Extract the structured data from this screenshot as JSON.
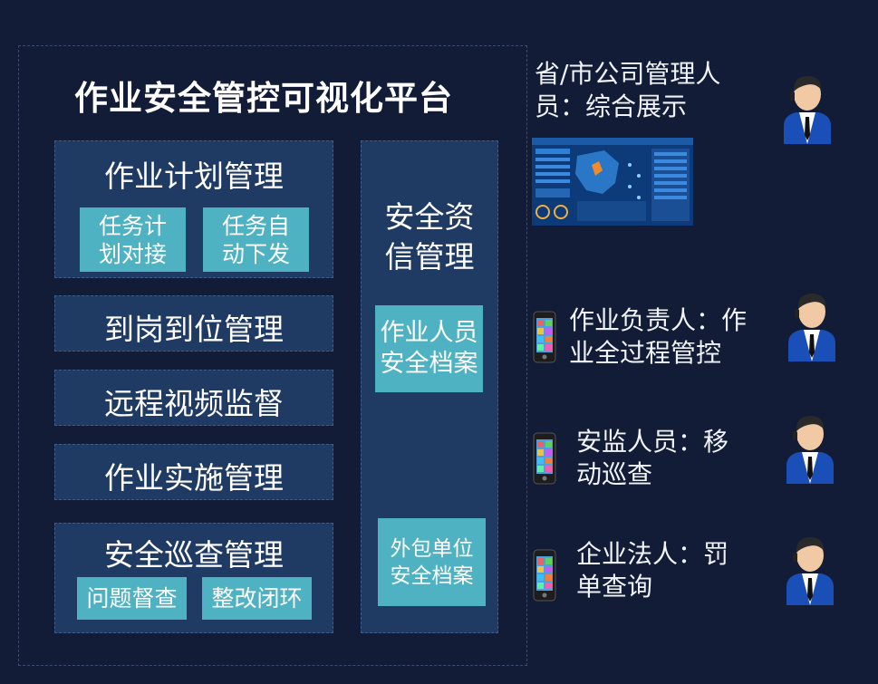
{
  "platform": {
    "title": "作业安全管控可视化平台",
    "modules": [
      {
        "label": "作业计划管理",
        "subs": [
          [
            "任务计",
            "划对接"
          ],
          [
            "任务自",
            "动下发"
          ]
        ]
      },
      {
        "label": "到岗到位管理"
      },
      {
        "label": "远程视频监督"
      },
      {
        "label": "作业实施管理"
      },
      {
        "label": "安全巡查管理",
        "subs": [
          [
            "问题督查"
          ],
          [
            "整改闭环"
          ]
        ]
      }
    ],
    "side_module": {
      "label_lines": [
        "安全资",
        "信管理"
      ],
      "subs": [
        [
          "作业人员",
          "安全档案"
        ],
        [
          "外包单位",
          "安全档案"
        ]
      ]
    }
  },
  "roles": [
    {
      "lines": [
        "省/市公司管理人",
        "员：综合展示"
      ],
      "device": "dashboard-screen"
    },
    {
      "lines": [
        "作业负责人：作",
        "业全过程管控"
      ],
      "device": "phone"
    },
    {
      "lines": [
        "安监人员：移",
        "动巡查"
      ],
      "device": "phone"
    },
    {
      "lines": [
        "企业法人：罚",
        "单查询"
      ],
      "device": "phone"
    }
  ],
  "colors": {
    "background": "#131c36",
    "module_fill": "#1f3a63",
    "sub_fill": "#4fb2c2",
    "text": "#ffffff"
  }
}
